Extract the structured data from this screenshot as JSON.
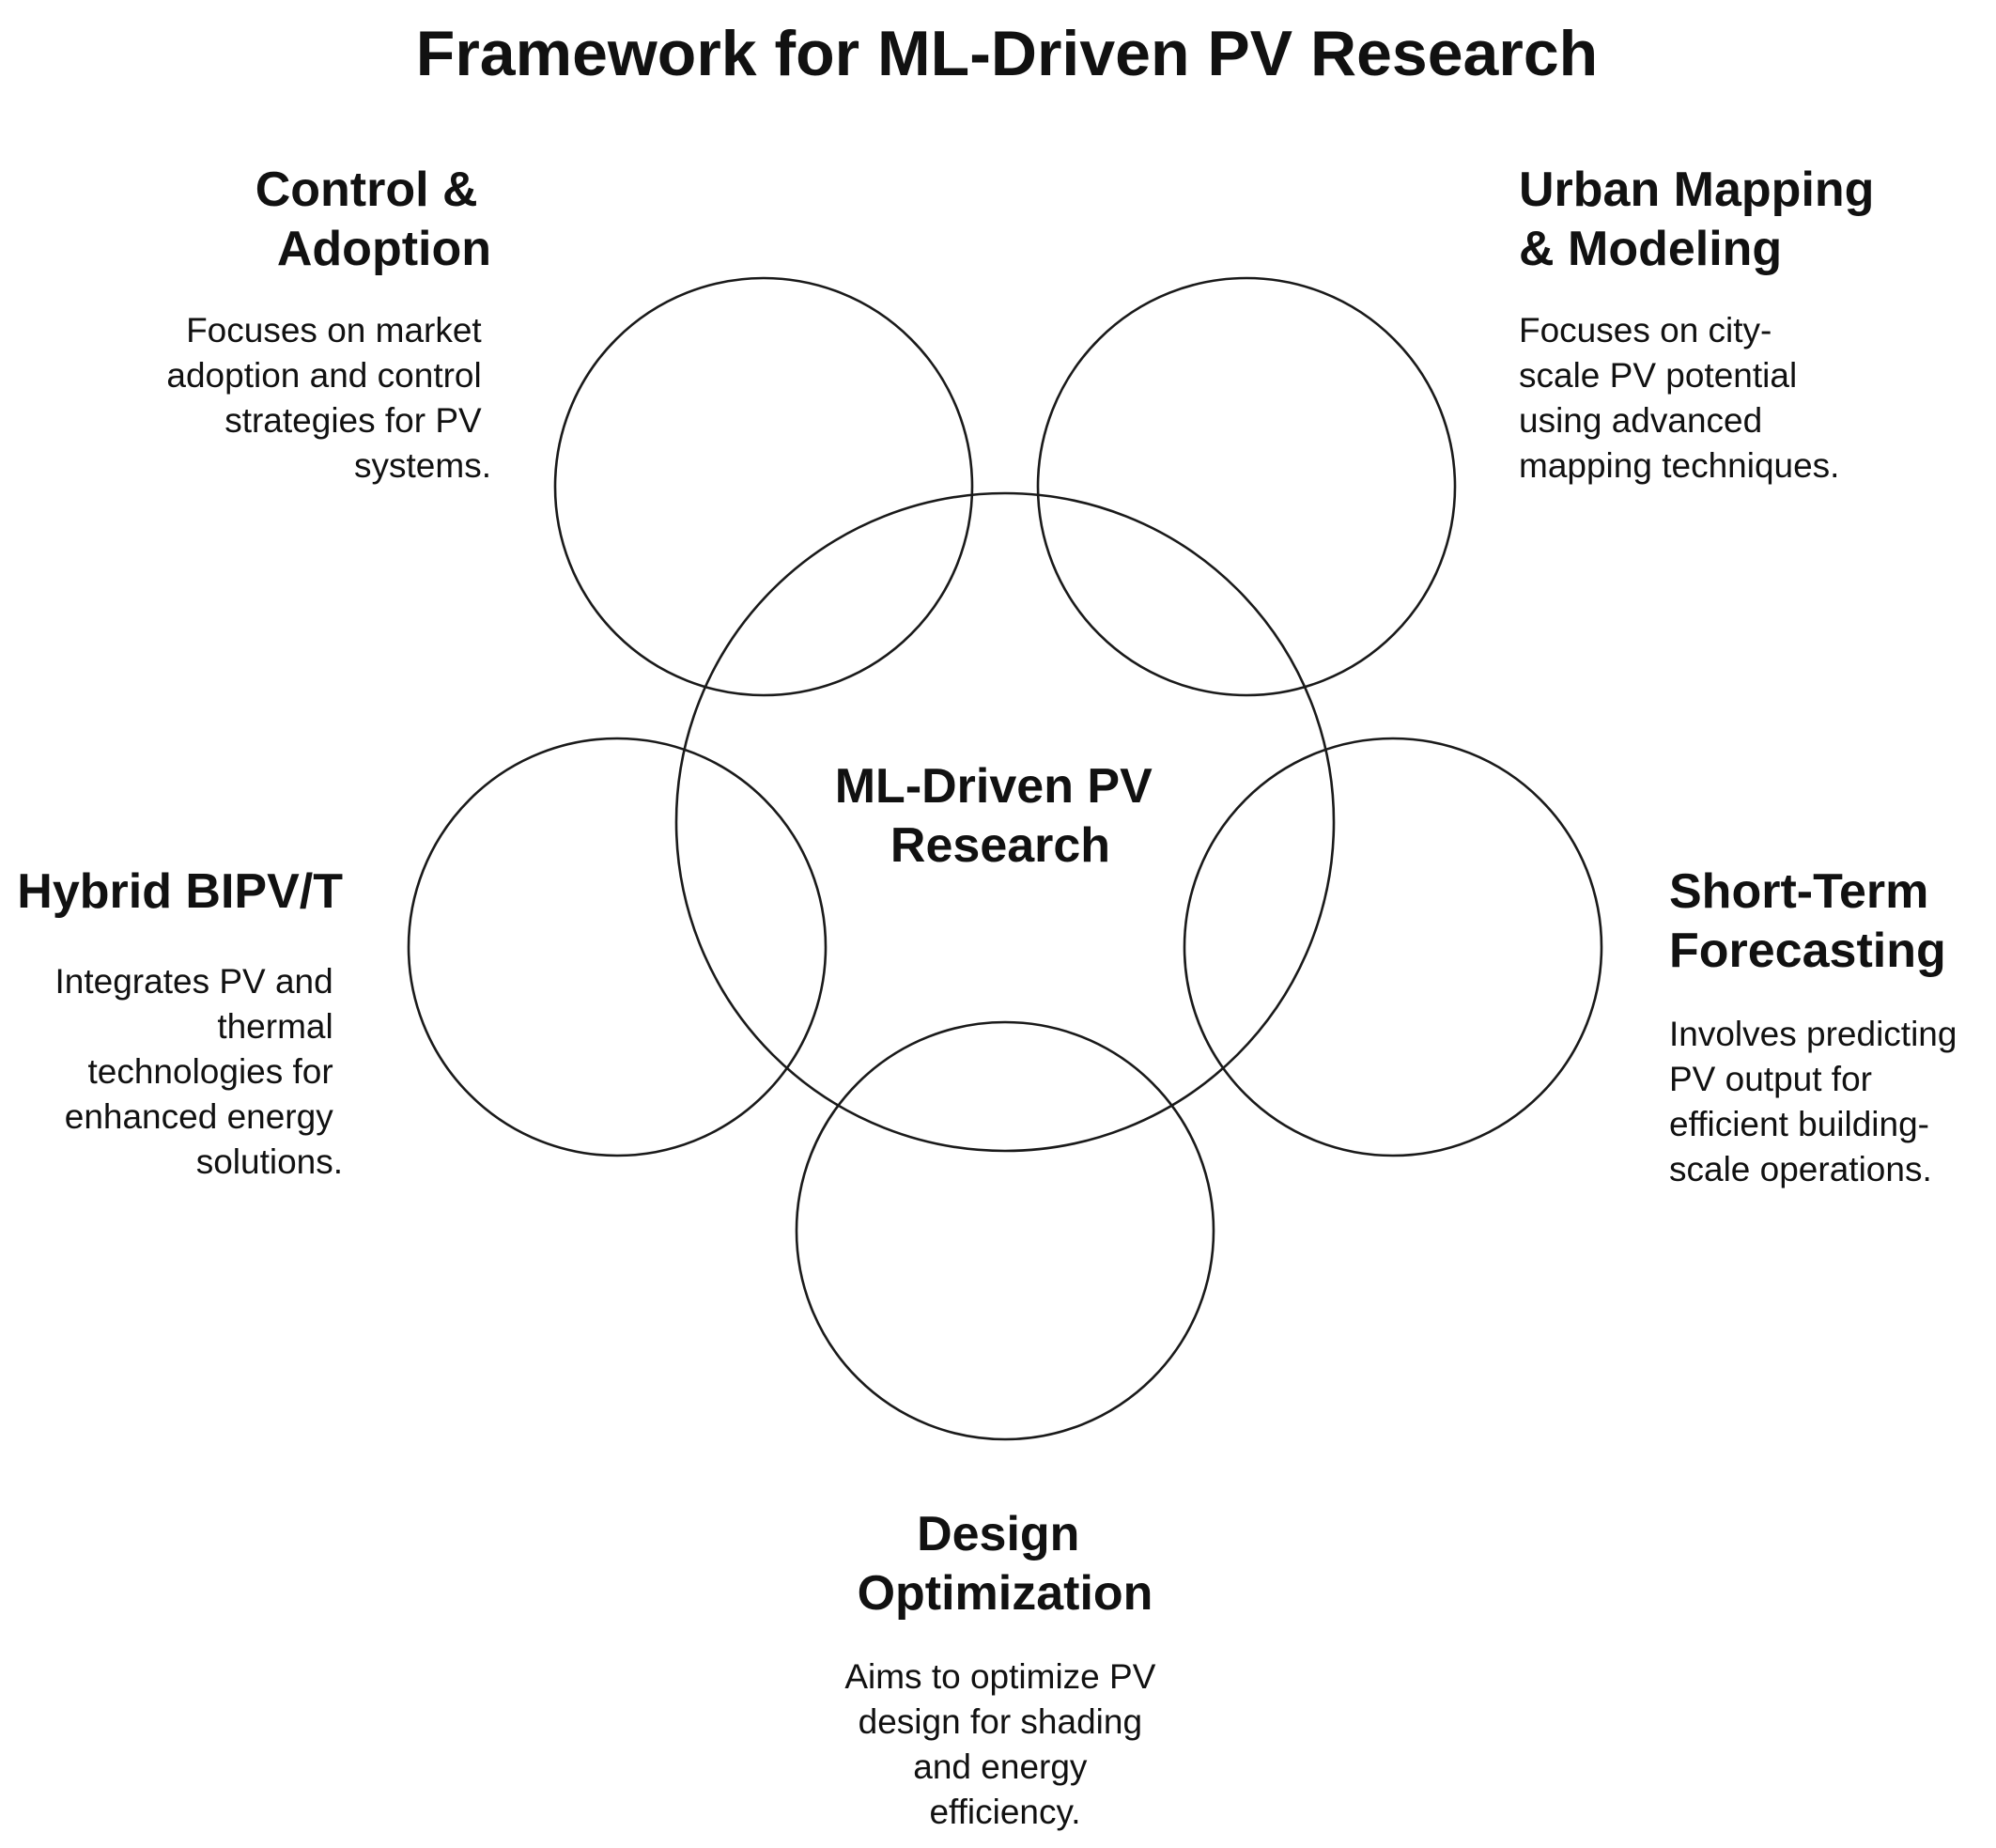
{
  "title": "Framework for ML-Driven PV Research",
  "center": {
    "label_lines": [
      "ML-Driven PV",
      "Research"
    ]
  },
  "topics": [
    {
      "id": "control-adoption",
      "heading_lines": [
        "Control &",
        "Adoption"
      ],
      "description_lines": [
        "Focuses on market",
        "adoption and control",
        "strategies for PV",
        "systems."
      ]
    },
    {
      "id": "urban-mapping",
      "heading_lines": [
        "Urban Mapping",
        "& Modeling"
      ],
      "description_lines": [
        "Focuses on city-",
        "scale PV potential",
        "using advanced",
        "mapping techniques."
      ]
    },
    {
      "id": "hybrid-bipvt",
      "heading_lines": [
        "Hybrid BIPV/T"
      ],
      "description_lines": [
        "Integrates PV and",
        "thermal",
        "technologies for",
        "enhanced energy",
        "solutions."
      ]
    },
    {
      "id": "short-term-forecasting",
      "heading_lines": [
        "Short-Term",
        "Forecasting"
      ],
      "description_lines": [
        "Involves predicting",
        "PV output for",
        "efficient building-",
        "scale operations."
      ]
    },
    {
      "id": "design-optimization",
      "heading_lines": [
        "Design",
        "Optimization"
      ],
      "description_lines": [
        "Aims to optimize PV",
        "design for shading",
        "and energy",
        "efficiency."
      ]
    }
  ]
}
